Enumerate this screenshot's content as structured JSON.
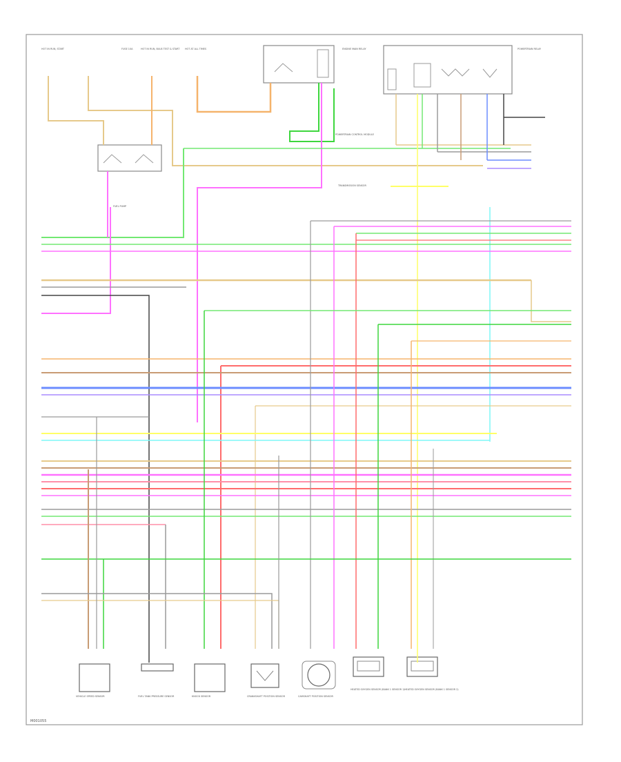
{
  "diagram": {
    "footer_code": "M001055",
    "components": {
      "hot_run_start_left": "HOT IN RUN, START",
      "fuse_left": "FUSE 10A",
      "hot_run_bulb": "HOT IN RUN, BULB TEST & START",
      "hot_all_times": "HOT AT ALL TIMES",
      "engine_relay": "ENGINE MAIN RELAY",
      "powertrain_relay": "POWERTRAIN RELAY",
      "power_control_module": "POWERTRAIN CONTROL MODULE",
      "fuel_pump": "FUEL PUMP",
      "transmission_sensor": "TRANSMISSION SENSOR",
      "bottom_1": "VEHICLE SPEED SENSOR",
      "bottom_2": "FUEL TANK PRESSURE SENSOR",
      "bottom_3": "KNOCK SENSOR",
      "bottom_4": "CRANKSHAFT POSITION SENSOR",
      "bottom_5": "CAMSHAFT POSITION SENSOR",
      "bottom_6": "HEATED OXYGEN SENSOR (BANK 1 SENSOR 1)",
      "bottom_7": "HEATED OXYGEN SENSOR (BANK 1 SENSOR 2)"
    },
    "wire_colors": {
      "tan": "#e6c98a",
      "orange": "#f5b36b",
      "pink": "#ff70ff",
      "ltgreen": "#72e872",
      "green": "#3dd63d",
      "red": "#ff6b6b",
      "brown": "#c89b74",
      "blue": "#6b8cff",
      "purple": "#a98cff",
      "gray": "#9a9a9a",
      "yellow": "#ffff66",
      "cyan": "#7ff7f7",
      "black": "#444444",
      "pinkred": "#ff8fa8"
    }
  }
}
